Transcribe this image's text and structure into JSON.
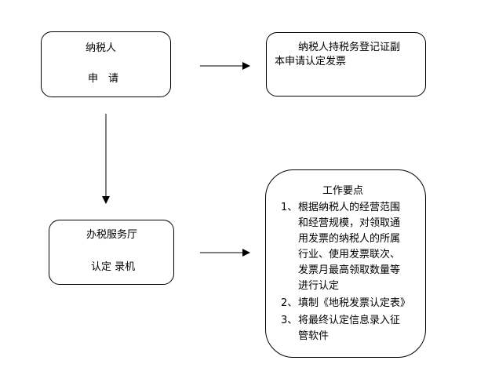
{
  "applicant": {
    "line1": "纳税人",
    "line2": "申　请"
  },
  "certificate": {
    "line1": "纳税人持税务登记证副",
    "line2": "本申请认定发票"
  },
  "hall": {
    "line1": "办税服务厅",
    "line2": "认定 录机"
  },
  "key_points": {
    "title": "工作要点",
    "items": [
      {
        "num": "1、",
        "lines": [
          "根据纳税人的经营范围",
          "和经营规模，对领取通",
          "用发票的纳税人的所属",
          "行业、使用发票联次、",
          "发票月最高领取数量等",
          "进行认定"
        ]
      },
      {
        "num": "2、",
        "lines": [
          "填制《地税发票认定表》"
        ]
      },
      {
        "num": "3、",
        "lines": [
          "将最终认定信息录入征",
          "管软件"
        ]
      }
    ]
  }
}
